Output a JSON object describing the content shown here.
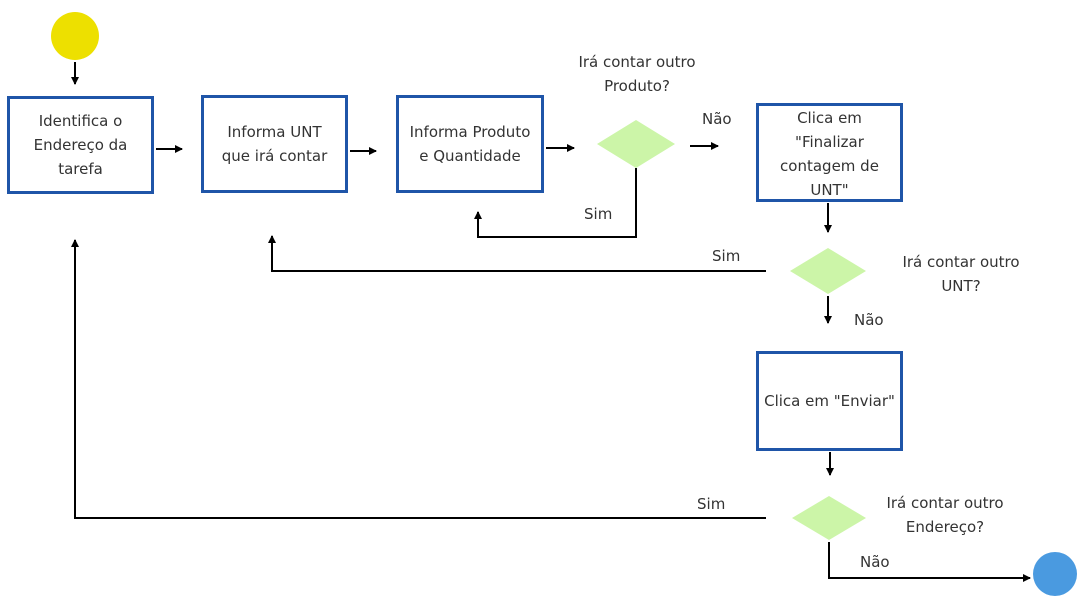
{
  "colors": {
    "start_circle": "#ede000",
    "end_circle": "#4a9ae0",
    "box_border": "#1f55a8",
    "decision_fill": "#ccf5a8",
    "line": "#000000"
  },
  "nodes": {
    "identifica_endereco": "Identifica o\nEndereço da\ntarefa",
    "informa_unt": "Informa UNT\nque irá contar",
    "informa_produto": "Informa Produto\ne Quantidade",
    "finalizar_contagem": "Clica em\n\"Finalizar\ncontagem de\nUNT\"",
    "enviar": "Clica em \"Enviar\""
  },
  "decisions": {
    "outro_produto": "Irá contar outro\nProduto?",
    "outra_unt": "Irá contar outro\nUNT?",
    "outro_endereco": "Irá contar outro\nEndereço?"
  },
  "branch_labels": {
    "produto_nao": "Não",
    "produto_sim": "Sim",
    "unt_sim": "Sim",
    "unt_nao": "Não",
    "endereco_sim": "Sim",
    "endereco_nao": "Não"
  }
}
